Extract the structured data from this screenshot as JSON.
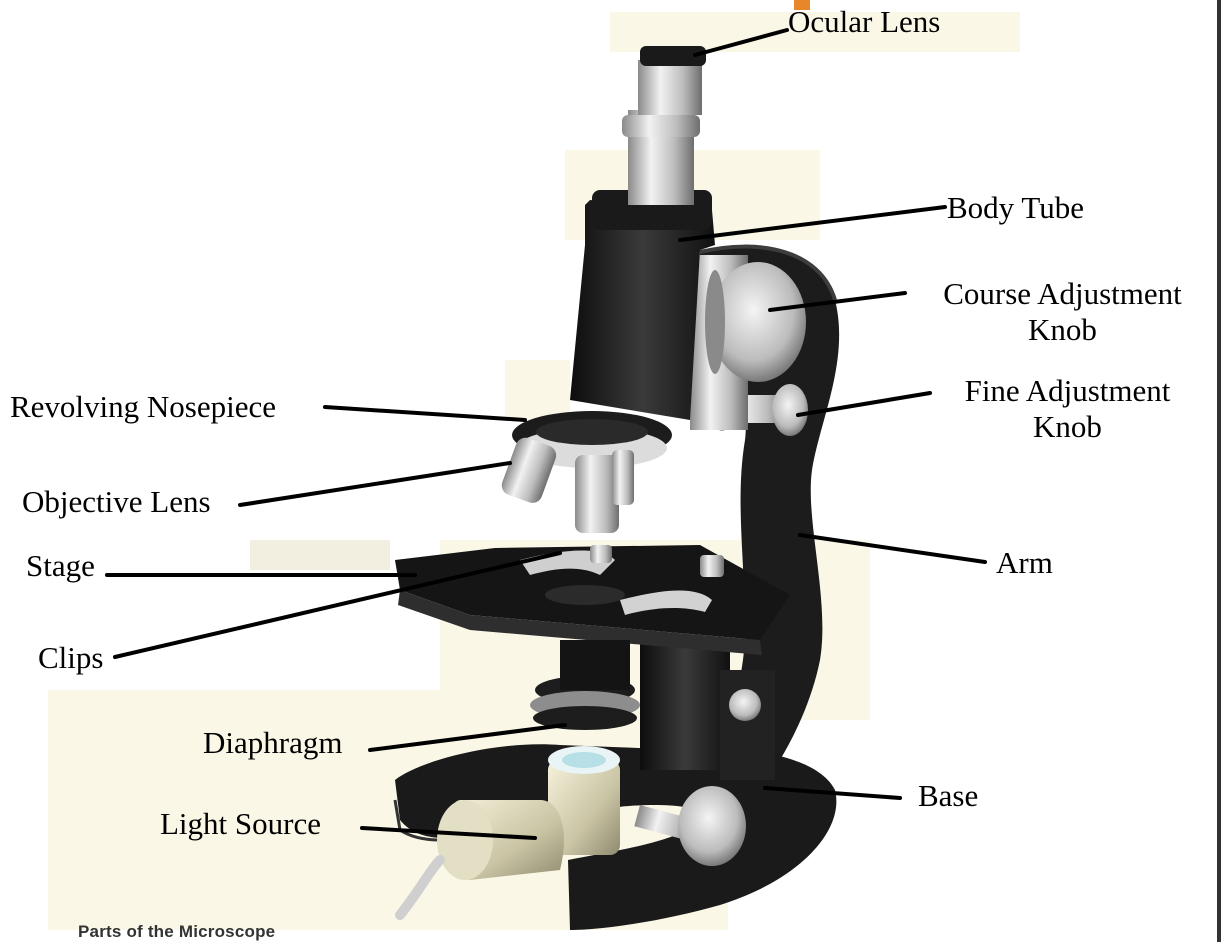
{
  "labels": {
    "ocular_lens": "Ocular Lens",
    "body_tube": "Body Tube",
    "course_adjustment_knob": "Course Adjustment\nKnob",
    "fine_adjustment_knob": "Fine Adjustment\nKnob",
    "revolving_nosepiece": "Revolving Nosepiece",
    "objective_lens": "Objective Lens",
    "stage": "Stage",
    "arm": "Arm",
    "clips": "Clips",
    "diaphragm": "Diaphragm",
    "light_source": "Light Source",
    "base": "Base"
  },
  "caption": "Parts of the Microscope",
  "colors": {
    "background_tint": "#fbf7e6",
    "microscope_body": "#1c1c1c",
    "metal": "#c8c8c8",
    "accent": "#e8872a"
  }
}
